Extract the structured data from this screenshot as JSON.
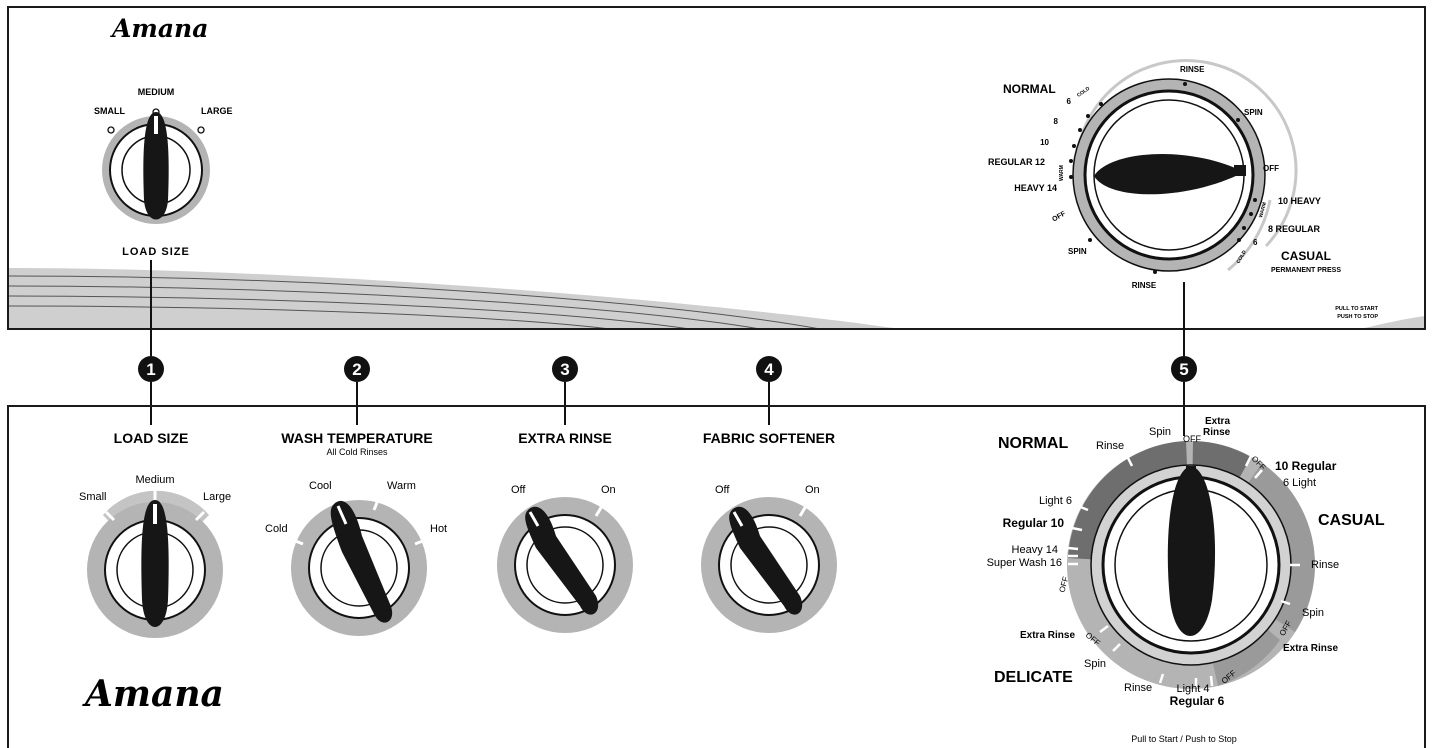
{
  "colors": {
    "panel_border": "#1a1a1a",
    "dial_gray": "#b4b4b4",
    "dark_gray": "#6e6e6e",
    "mid_gray": "#9a9a9a",
    "knob": "#161616",
    "light_band": "#d2d2d2"
  },
  "old_panel": {
    "brand": "Amana",
    "load_size": {
      "label": "LOAD SIZE",
      "small": "SMALL",
      "medium": "MEDIUM",
      "large": "LARGE"
    },
    "cycle_dial": {
      "normal": "NORMAL",
      "casual": "CASUAL",
      "permanent_press": "PERMANENT PRESS",
      "rinse_top": "RINSE",
      "spin_right": "SPIN",
      "off_right": "OFF",
      "heavy_10": "10 HEAVY",
      "regular_8": "8 REGULAR",
      "six_right": "6",
      "cold_right": "COLD",
      "warm_right": "WARM",
      "rinse_bottom": "RINSE",
      "spin_left": "SPIN",
      "off_left": "OFF",
      "heavy_14": "HEAVY 14",
      "warm_left": "WARM",
      "regular_12": "REGULAR 12",
      "ten_left": "10",
      "eight_left": "8",
      "six_left": "6",
      "cold_left": "COLD"
    },
    "pull_start": "PULL TO START",
    "push_stop": "PUSH TO STOP"
  },
  "callouts": [
    "1",
    "2",
    "3",
    "4",
    "5"
  ],
  "new_panel": {
    "brand": "Amana",
    "load_size": {
      "title": "LOAD SIZE",
      "small": "Small",
      "medium": "Medium",
      "large": "Large"
    },
    "wash_temp": {
      "title": "WASH TEMPERATURE",
      "subtitle": "All Cold Rinses",
      "cold": "Cold",
      "cool": "Cool",
      "warm": "Warm",
      "hot": "Hot"
    },
    "extra_rinse": {
      "title": "EXTRA RINSE",
      "off": "Off",
      "on": "On"
    },
    "fabric_softener": {
      "title": "FABRIC SOFTENER",
      "off": "Off",
      "on": "On"
    },
    "cycle": {
      "normal": "NORMAL",
      "casual": "CASUAL",
      "delicate": "DELICATE",
      "rinse_top": "Rinse",
      "spin_top": "Spin",
      "off_top": "OFF",
      "extra_rinse_top_1": "Extra",
      "extra_rinse_top_2": "Rinse",
      "off_casual": "OFF",
      "regular_10_casual": "10 Regular",
      "light_6_casual": "6 Light",
      "rinse_casual": "Rinse",
      "spin_casual": "Spin",
      "off_casual_2": "OFF",
      "extra_rinse_casual": "Extra Rinse",
      "off_delicate": "OFF",
      "regular_6": "Regular 6",
      "light_4": "Light 4",
      "rinse_delicate": "Rinse",
      "spin_delicate": "Spin",
      "off_delicate_2": "OFF",
      "extra_rinse_delicate": "Extra Rinse",
      "off_normal": "OFF",
      "super_wash": "Super Wash 16",
      "heavy_14": "Heavy 14",
      "regular_10": "Regular 10",
      "light_6": "Light 6"
    },
    "pull_push": "Pull to Start / Push to Stop"
  }
}
